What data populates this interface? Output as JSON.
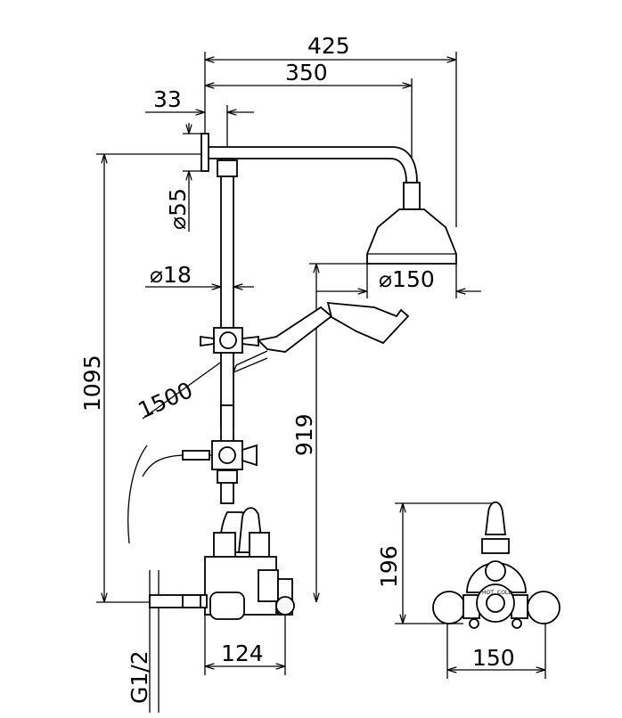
{
  "title": "Thermostatic shower set technical drawing",
  "dimensions": {
    "overall_projection": "425",
    "arm_projection": "350",
    "flange_depth": "33",
    "flange_diameter": "⌀55",
    "rail_diameter": "⌀18",
    "head_diameter": "⌀150",
    "hose_length": "1500",
    "overall_height": "1095",
    "head_height": "919",
    "valve_height": "196",
    "inlet_thread": "G1/2",
    "valve_depth": "124",
    "valve_centres": "150"
  },
  "valve_markings": {
    "hot": "HOT",
    "cold": "COLD"
  }
}
